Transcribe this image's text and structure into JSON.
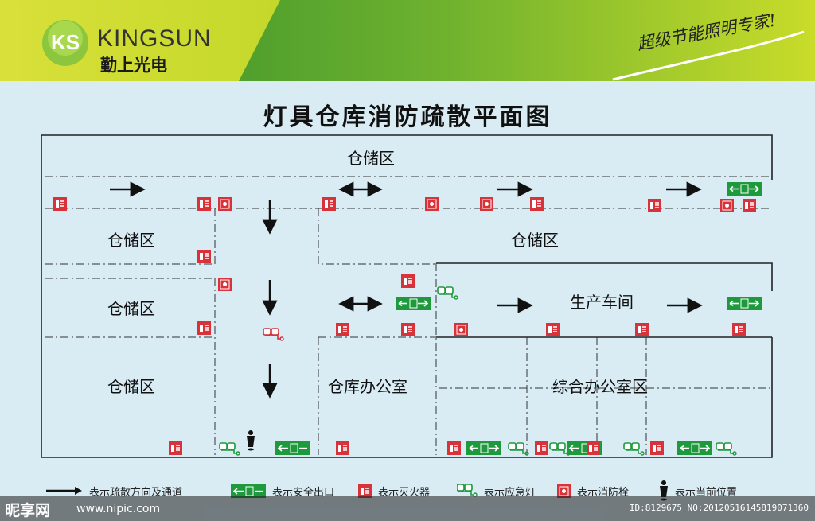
{
  "header": {
    "brand_en": "KINGSUN",
    "brand_cn": "勤上光电",
    "slogan": "超级节能照明专家!",
    "logo_letters": "KS",
    "colors": {
      "green_dark": "#2e8b2e",
      "green_light": "#c7db1f",
      "yellow_green": "#dbe32e"
    }
  },
  "title": "灯具仓库消防疏散平面图",
  "zones": {
    "top_storage": "仓储区",
    "left_storage_1": "仓储区",
    "left_storage_2": "仓储区",
    "left_storage_3": "仓储区",
    "right_storage": "仓储区",
    "workshop": "生产车间",
    "warehouse_office": "仓库办公室",
    "general_office": "综合办公室区"
  },
  "legend": {
    "direction": "表示疏散方向及通道",
    "exit": "表示安全出口",
    "extinguisher": "表示灭火器",
    "emergency_light": "表示应急灯",
    "hydrant": "表示消防栓",
    "current_position": "表示当前位置"
  },
  "icons": {
    "direction": "arrow-icon",
    "exit": "exit-sign-icon",
    "extinguisher": "fire-extinguisher-icon",
    "emergency_light": "emergency-light-icon",
    "hydrant": "fire-hydrant-icon",
    "current_position": "person-icon"
  },
  "symbol_colors": {
    "exit": "#1e9a3c",
    "extinguisher": "#d8323a",
    "hydrant": "#d8323a",
    "emergency_light": "#1e9a3c"
  },
  "watermark": {
    "logo": "昵享网",
    "url": "www.nipic.com",
    "id": "ID:8129675 NO:20120516145819071360"
  }
}
